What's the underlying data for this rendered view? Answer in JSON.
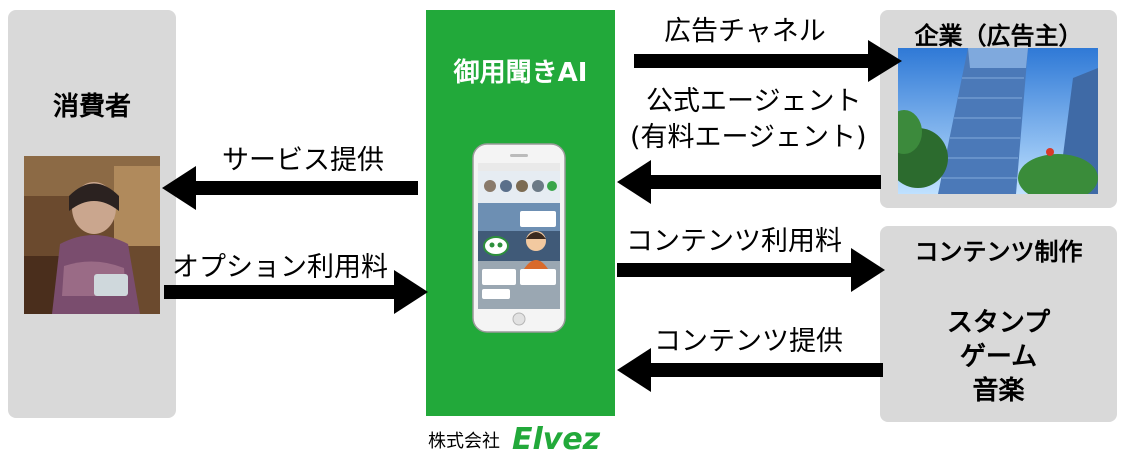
{
  "consumer": {
    "title": "消費者"
  },
  "center": {
    "title": "御用聞きAI"
  },
  "advertiser": {
    "title": "企業（広告主）"
  },
  "content": {
    "title": "コンテンツ制作",
    "items": [
      "スタンプ",
      "ゲーム",
      "音楽"
    ]
  },
  "arrows": {
    "service": "サービス提供",
    "option_fee": "オプション利用料",
    "ad_channel": "広告チャネル",
    "official_agent_1": "公式エージェント",
    "official_agent_2": "(有料エージェント)",
    "content_fee": "コンテンツ利用料",
    "content_provide": "コンテンツ提供"
  },
  "company": {
    "prefix": "株式会社",
    "logo": "Elvez"
  },
  "phone_ui": {
    "bubble_right": "...",
    "bubble_left_1": "...",
    "bubble_left_2": "...",
    "bubble_bottom": "..."
  },
  "colors": {
    "box_gray": "#d9d9d9",
    "center_green": "#22a93a",
    "arrow": "#000000",
    "logo_green": "#22a93a"
  }
}
